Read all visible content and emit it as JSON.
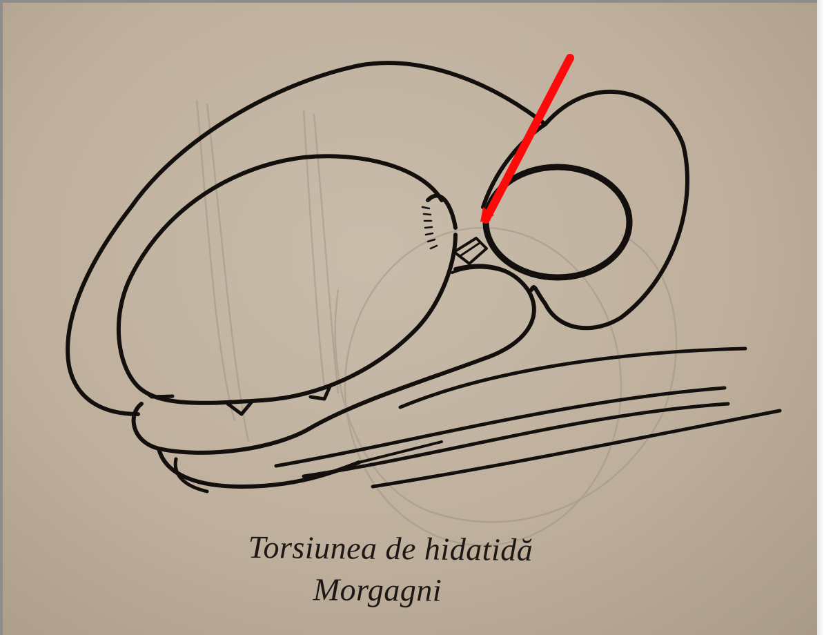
{
  "caption": {
    "line1": "Torsiunea de hidatidă",
    "line2": "Morgagni"
  },
  "colors": {
    "paper": "#c5b8a6",
    "ink": "#120f0d",
    "arrow": "#ff0a0a",
    "bleed_through": "#9c8e7e"
  },
  "arrow_icon": "red-pointer-arrow"
}
